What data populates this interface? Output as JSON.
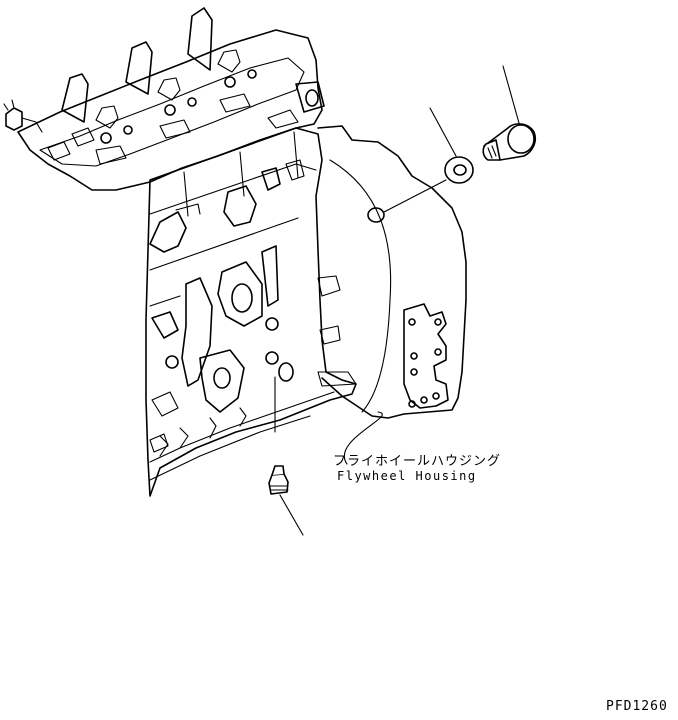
{
  "labels": {
    "flywheel_housing_jp": "フライホイールハウジング",
    "flywheel_housing_en": "Flywheel Housing",
    "drawing_code": "PFD1260"
  },
  "colors": {
    "line": "#000000",
    "background": "#ffffff"
  }
}
